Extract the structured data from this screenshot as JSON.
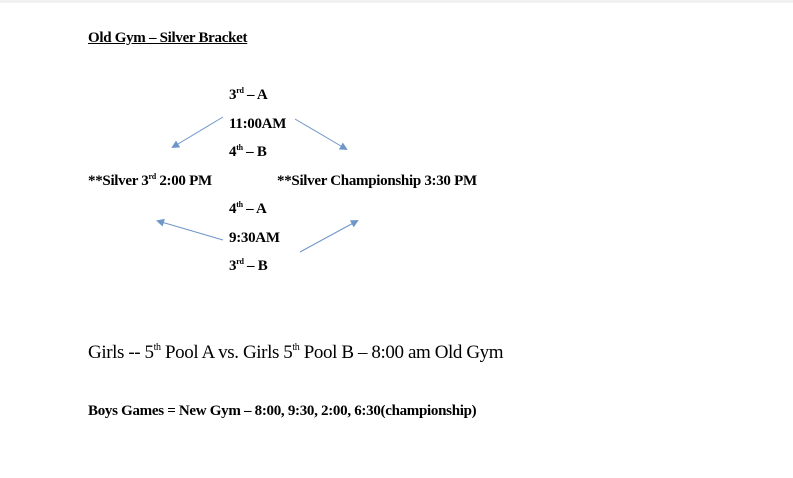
{
  "title": "Old Gym – Silver Bracket",
  "top_match": {
    "team1_rank": "3",
    "team1_suffix": "rd",
    "team1_pool": " – A",
    "time": "11:00AM",
    "team2_rank": "4",
    "team2_suffix": "th",
    "team2_pool": " – B"
  },
  "left_game": {
    "prefix": "**Silver 3",
    "suffix": "rd",
    "time": " 2:00 PM"
  },
  "right_game": "**Silver Championship 3:30 PM",
  "bottom_match": {
    "team1_rank": "4",
    "team1_suffix": "th",
    "team1_pool": " – A",
    "time": "9:30AM",
    "team2_rank": "3",
    "team2_suffix": "rd",
    "team2_pool": " – B"
  },
  "girls_line": {
    "part1": "Girls -- 5",
    "sup1": "th",
    "part2": " Pool A vs. Girls 5",
    "sup2": "th",
    "part3": " Pool B – 8:00 am Old Gym"
  },
  "boys_line": "Boys Games = New Gym – 8:00, 9:30, 2:00, 6:30(championship)",
  "colors": {
    "arrow": "#6e96c8",
    "text": "#000000"
  }
}
